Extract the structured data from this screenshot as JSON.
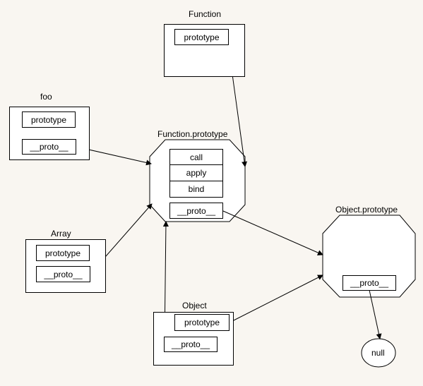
{
  "nodes": {
    "function": {
      "title": "Function",
      "prototype": "prototype"
    },
    "foo": {
      "title": "foo",
      "prototype": "prototype",
      "proto": "__proto__"
    },
    "function_prototype": {
      "title": "Function.prototype",
      "methods": [
        "call",
        "apply",
        "bind"
      ],
      "proto": "__proto__"
    },
    "array": {
      "title": "Array",
      "prototype": "prototype",
      "proto": "__proto__"
    },
    "object": {
      "title": "Object",
      "prototype": "prototype",
      "proto": "__proto__"
    },
    "object_prototype": {
      "title": "Object.prototype",
      "proto": "__proto__"
    },
    "null": {
      "label": "null"
    }
  },
  "style": {
    "background": "#f9f6f1",
    "stroke": "#000000",
    "fill": "#ffffff"
  }
}
